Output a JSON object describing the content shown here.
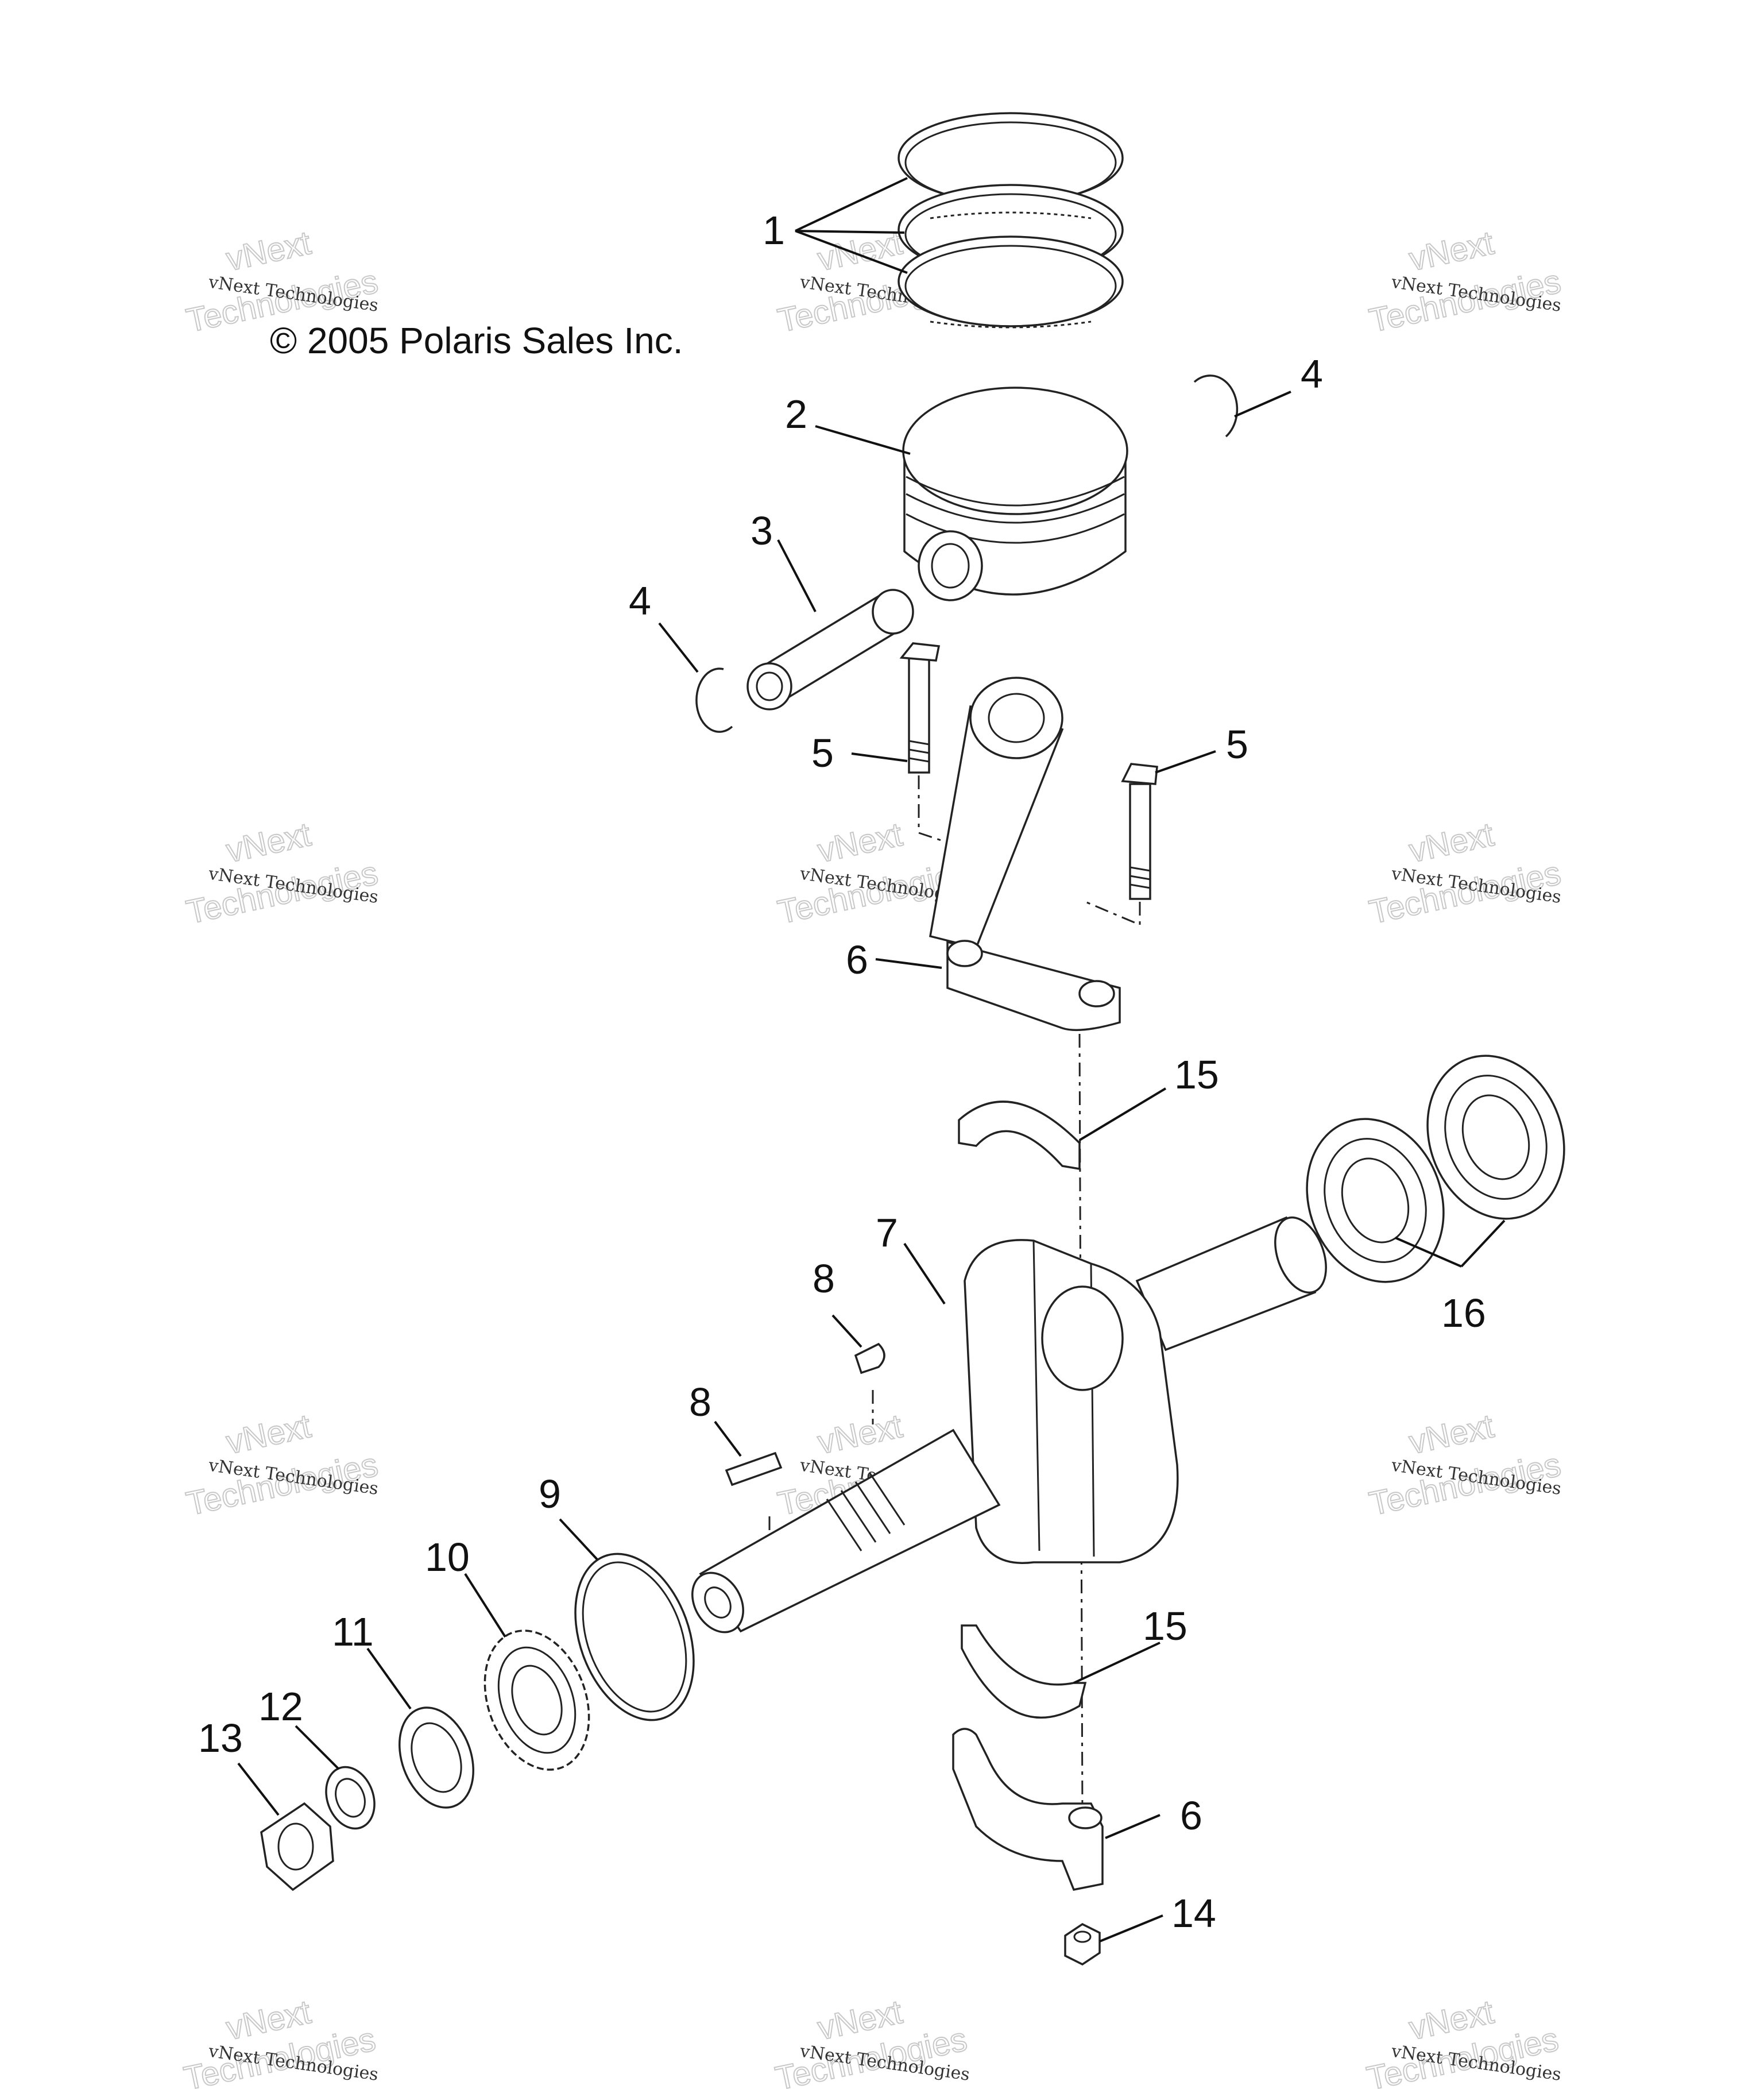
{
  "copyright": "© 2005 Polaris Sales Inc.",
  "watermark": {
    "small": "vNext Technologies",
    "large_top": "vNext",
    "large_bottom": "Technologies"
  },
  "callouts": [
    {
      "id": "1",
      "text": "1"
    },
    {
      "id": "2",
      "text": "2"
    },
    {
      "id": "3",
      "text": "3"
    },
    {
      "id": "4a",
      "text": "4"
    },
    {
      "id": "4b",
      "text": "4"
    },
    {
      "id": "5a",
      "text": "5"
    },
    {
      "id": "5b",
      "text": "5"
    },
    {
      "id": "6a",
      "text": "6"
    },
    {
      "id": "6b",
      "text": "6"
    },
    {
      "id": "7",
      "text": "7"
    },
    {
      "id": "8a",
      "text": "8"
    },
    {
      "id": "8b",
      "text": "8"
    },
    {
      "id": "9",
      "text": "9"
    },
    {
      "id": "10",
      "text": "10"
    },
    {
      "id": "11",
      "text": "11"
    },
    {
      "id": "12",
      "text": "12"
    },
    {
      "id": "13",
      "text": "13"
    },
    {
      "id": "14",
      "text": "14"
    },
    {
      "id": "15a",
      "text": "15"
    },
    {
      "id": "15b",
      "text": "15"
    },
    {
      "id": "16",
      "text": "16"
    }
  ]
}
